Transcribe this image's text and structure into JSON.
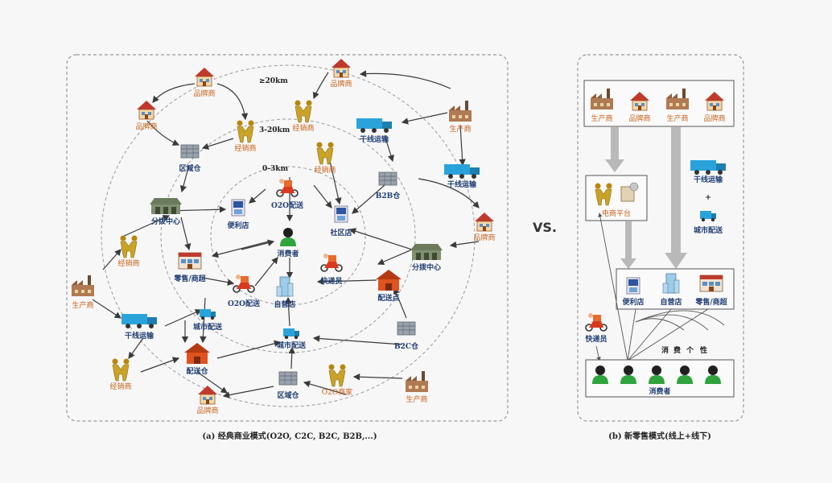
{
  "left_panel": {
    "caption": "(a) 经典商业模式(O2O, C2C, B2C, B2B,...)",
    "rings": [
      "≥20km",
      "3-20km",
      "0-3km"
    ],
    "center": "消费者",
    "nodes": {
      "brand_top_center": "品牌商",
      "brand_left_top": "品牌商",
      "brand_top_right": "品牌商",
      "brand_right": "品牌商",
      "brand_bottom": "品牌商",
      "dealer_1": "经销商",
      "dealer_2": "经销商",
      "dealer_3": "经销商",
      "dealer_left": "经销商",
      "dealer_bottom_left": "经销商",
      "producer_top_right": "生产商",
      "producer_left": "生产商",
      "producer_bottom_right": "生产商",
      "region_warehouse_top": "区域仓",
      "region_warehouse_bottom": "区域仓",
      "sorting_center_left": "分拨中心",
      "sorting_center_right": "分拨中心",
      "trunk_1": "干线运输",
      "trunk_2": "干线运输",
      "trunk_left": "干线运输",
      "b2b_warehouse": "B2B仓",
      "b2c_warehouse": "B2C仓",
      "convenience": "便利店",
      "community": "社区店",
      "o2o_top": "O2O配送",
      "o2o_left": "O2O配送",
      "express": "快递员",
      "retail": "零售/商超",
      "self_store": "自营店",
      "delivery_point": "配送点",
      "city_delivery_left": "城市配送",
      "city_delivery_bottom": "城市配送",
      "delivery_warehouse": "配送仓",
      "o2o_merchant": "O2O商家"
    }
  },
  "vs_label": "VS.",
  "right_panel": {
    "caption": "(b) 新零售模式(线上+线下)",
    "top_row": [
      "生产商",
      "品牌商",
      "生产商",
      "品牌商"
    ],
    "platform": "电商平台",
    "trunk": "干线运输",
    "plus": "+",
    "city_delivery": "城市配送",
    "stores": [
      "便利店",
      "自营店",
      "零售/商超"
    ],
    "express": "快递员",
    "consumers_label": "消费者",
    "vertical_text": [
      "消",
      "费",
      "个",
      "性"
    ]
  },
  "colors": {
    "label_orange": "#c8621a",
    "label_blue": "#1f3e73",
    "truck_blue": "#2aa3db",
    "house_red": "#d2461e",
    "consumer_green": "#2fa33c",
    "dashed_gray": "#9a9a9a",
    "arrow": "#3a3a3a"
  }
}
